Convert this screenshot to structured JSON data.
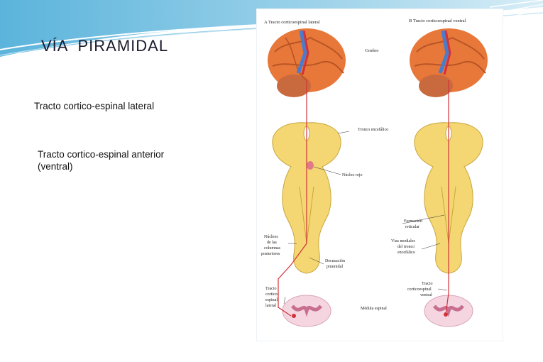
{
  "slide": {
    "title": "VÍA  PIRAMIDAL",
    "bullets": [
      "Tracto cortico-espinal lateral",
      "Tracto cortico-espinal anterior (ventral)"
    ]
  },
  "figure": {
    "panel_a_title": "A  Tracto corticoespinal lateral",
    "panel_b_title": "B  Tracto corticoespinal ventral",
    "labels": {
      "cerebro": "Cerebro",
      "tronco": "Tronco encefálico",
      "nucleo_rojo": "Núcleo rojo",
      "formacion_1": "Formación",
      "formacion_2": "reticular",
      "vias_1": "Vías mediales",
      "vias_2": "del tronco",
      "vias_3": "encefálico",
      "nucleos_1": "Núcleos",
      "nucleos_2": "de las",
      "nucleos_3": "columnas",
      "nucleos_4": "posteriores",
      "decusacion_1": "Decusación",
      "decusacion_2": "piramidal",
      "tracto_lat_1": "Tracto",
      "tracto_lat_2": "cortico-",
      "tracto_lat_3": "espinal",
      "tracto_lat_4": "lateral",
      "tracto_ven_1": "Tracto",
      "tracto_ven_2": "corticoespinal",
      "tracto_ven_3": "ventral",
      "medula": "Médula espinal"
    }
  },
  "colors": {
    "brain": "#e8773a",
    "brainstem": "#f4d772",
    "tract": "#c0392b",
    "accent": "#5aaed6"
  }
}
